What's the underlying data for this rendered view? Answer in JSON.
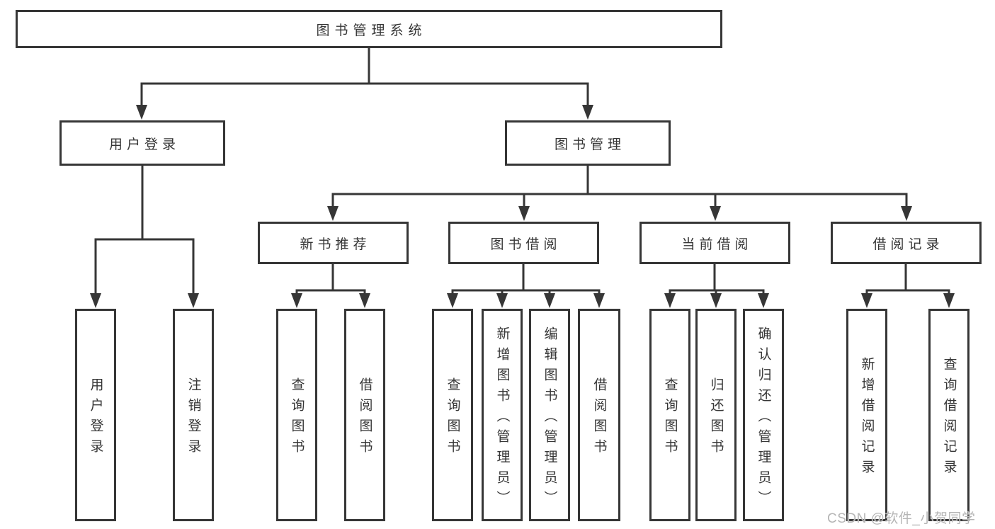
{
  "diagram": {
    "tree": {
      "label": "图书管理系统",
      "children": [
        {
          "label": "用户登录",
          "children": [
            {
              "label": "用户登录"
            },
            {
              "label": "注销登录"
            }
          ]
        },
        {
          "label": "图书管理",
          "children": [
            {
              "label": "新书推荐",
              "children": [
                {
                  "label": "查询图书"
                },
                {
                  "label": "借阅图书"
                }
              ]
            },
            {
              "label": "图书借阅",
              "children": [
                {
                  "label": "查询图书"
                },
                {
                  "label": "新增图书（管理员）"
                },
                {
                  "label": "编辑图书（管理员）"
                },
                {
                  "label": "借阅图书"
                }
              ]
            },
            {
              "label": "当前借阅",
              "children": [
                {
                  "label": "查询图书"
                },
                {
                  "label": "归还图书"
                },
                {
                  "label": "确认归还（管理员）"
                }
              ]
            },
            {
              "label": "借阅记录",
              "children": [
                {
                  "label": "新增借阅记录"
                },
                {
                  "label": "查询借阅记录"
                }
              ]
            }
          ]
        }
      ]
    },
    "colors": {
      "line": "#363636",
      "box_border": "#363636",
      "box_fill": "#ffffff",
      "text": "#363636",
      "watermark": "#b5b5b5",
      "background": "#ffffff"
    }
  },
  "watermark": {
    "text": "CSDN @软件_小贺同学"
  }
}
